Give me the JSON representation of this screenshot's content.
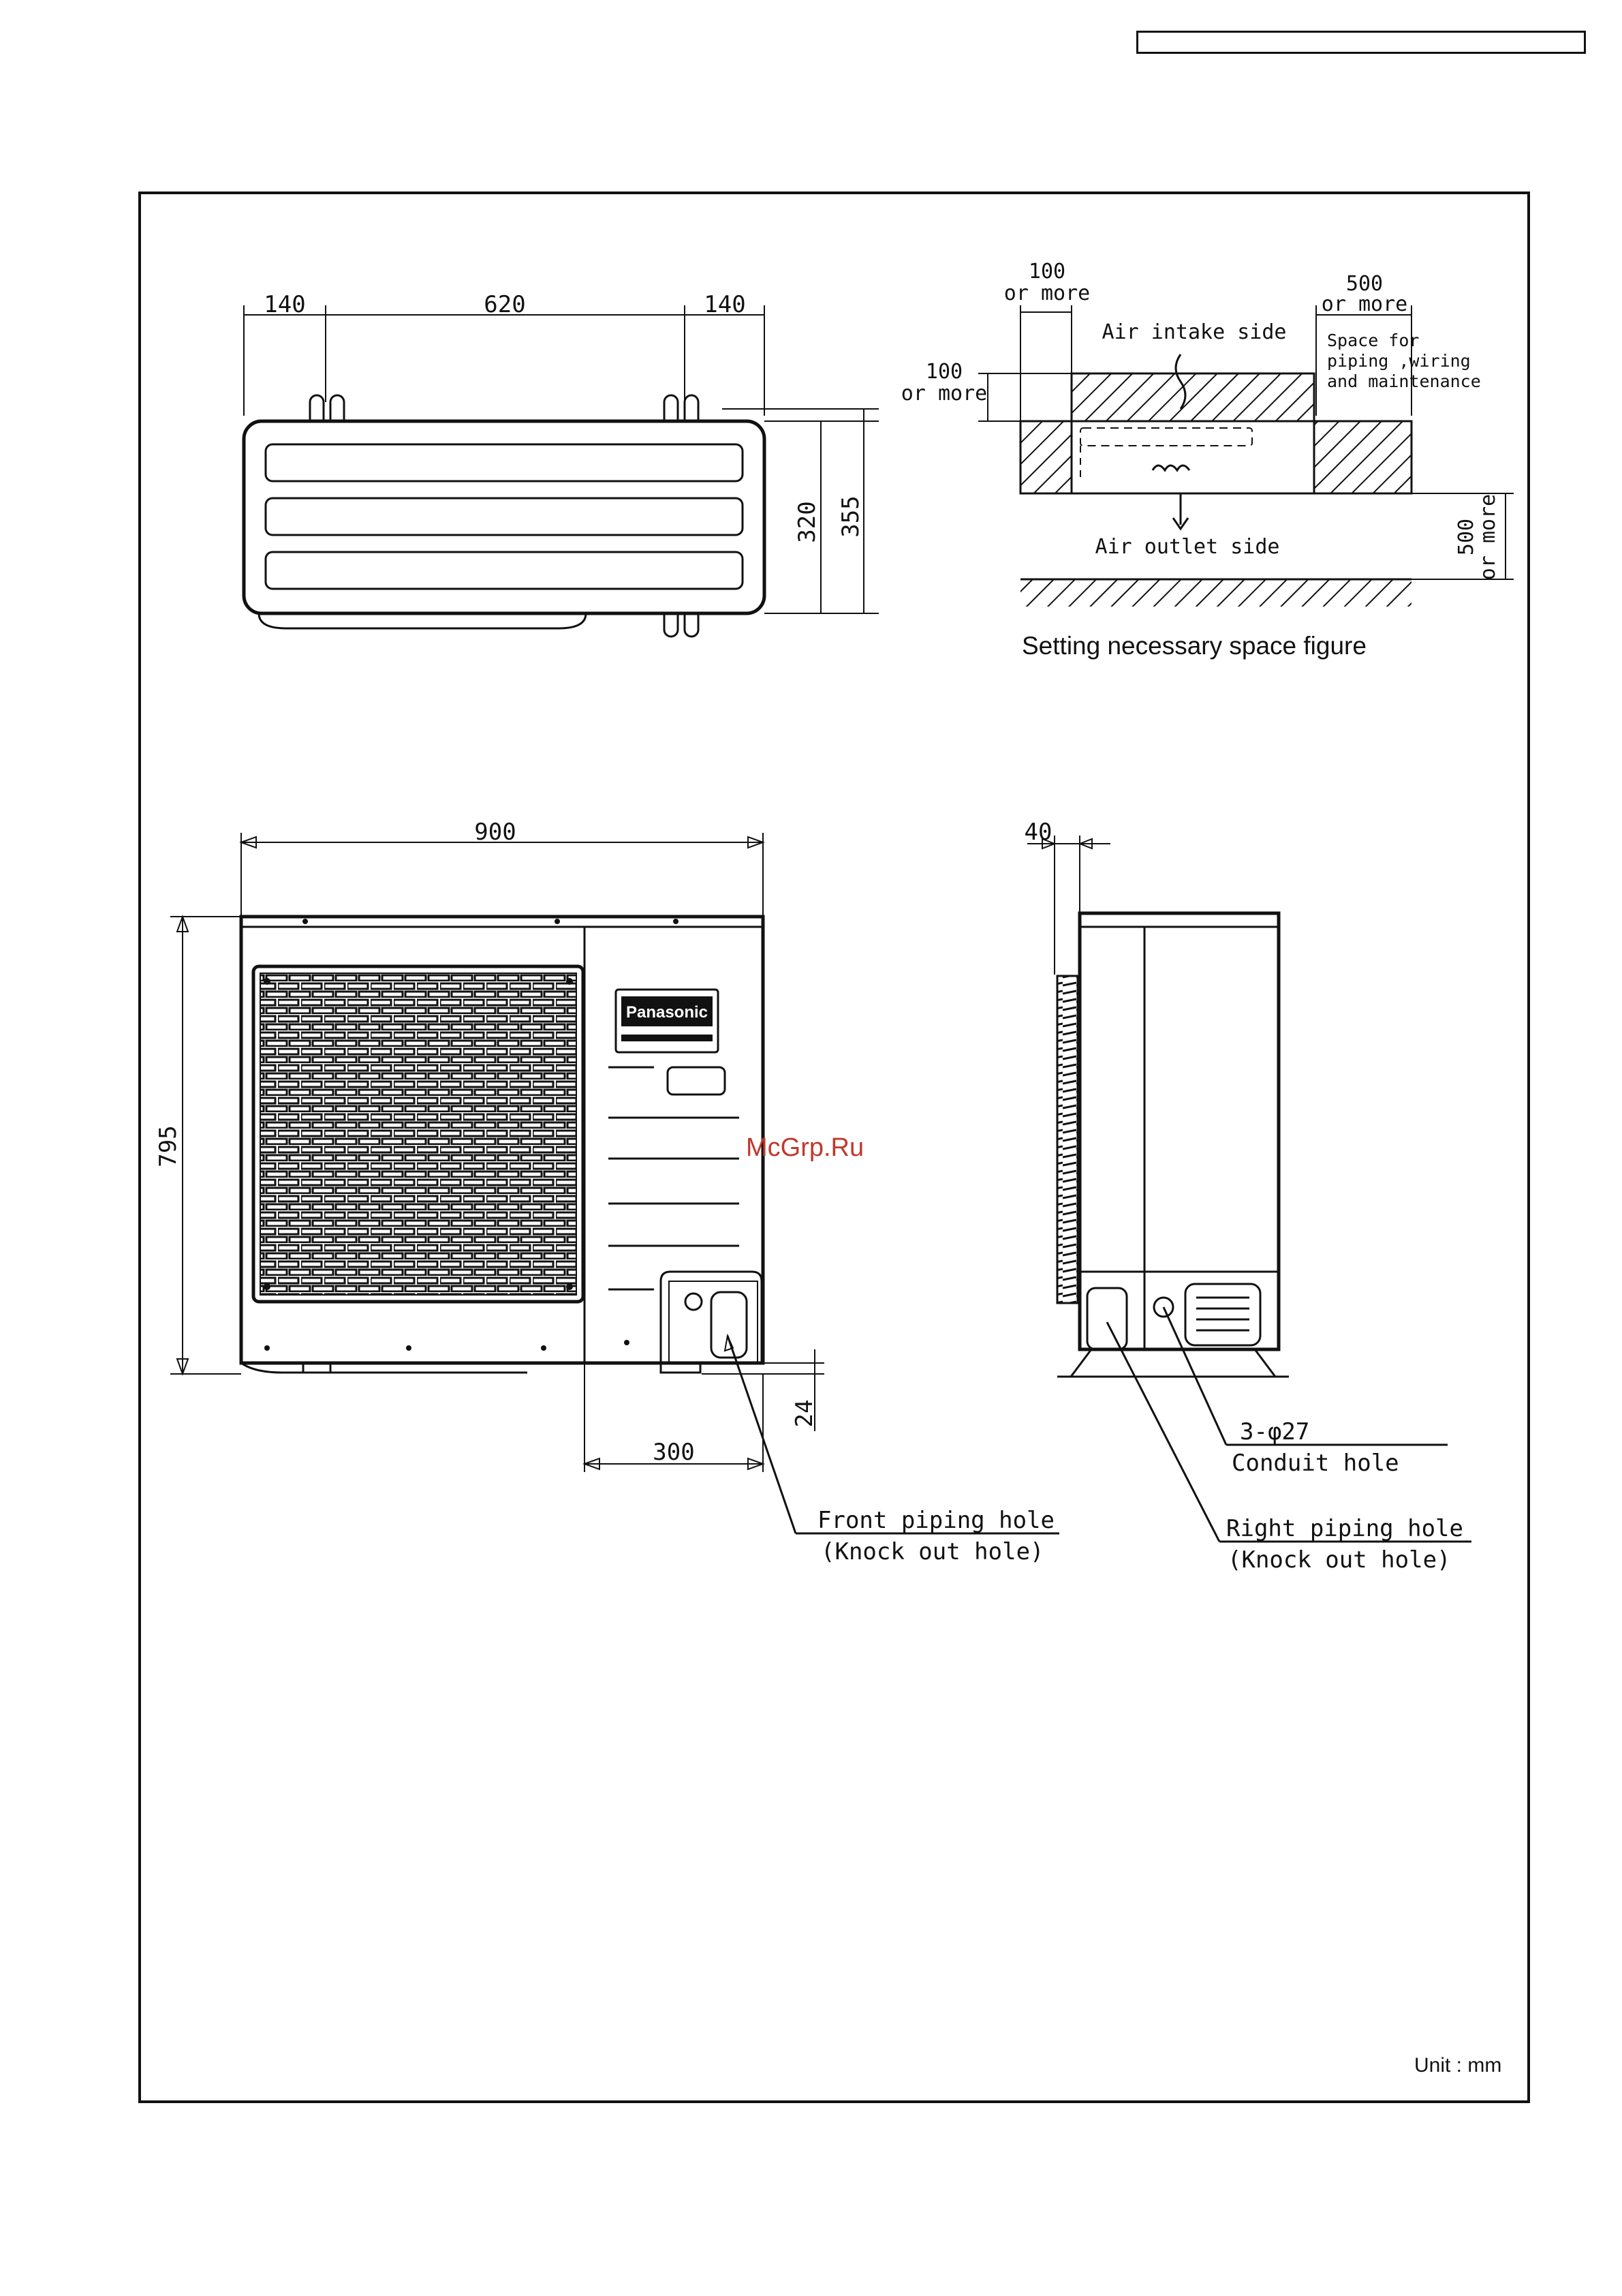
{
  "top_view": {
    "dim_left": "140",
    "dim_center": "620",
    "dim_right": "140",
    "dim_depth_inner": "320",
    "dim_depth_outer": "355"
  },
  "space_figure": {
    "left_clearance_value": "100",
    "left_clearance_suffix": "or more",
    "rear_clearance_value": "100",
    "rear_clearance_suffix": "or more",
    "right_clearance_value": "500",
    "right_clearance_suffix": "or more",
    "right_note_line1": "Space for",
    "right_note_line2": "piping ,wiring",
    "right_note_line3": "and maintenance",
    "intake_label": "Air intake side",
    "outlet_label": "Air outlet side",
    "front_clearance_value": "500",
    "front_clearance_suffix": "or more",
    "caption": "Setting necessary space figure"
  },
  "front_view": {
    "dim_width": "900",
    "dim_height": "795",
    "dim_foot": "24",
    "dim_piping_offset": "300",
    "front_hole_line1": "Front piping hole",
    "front_hole_line2": "(Knock out hole)"
  },
  "side_view": {
    "dim_grille": "40",
    "conduit_line1": "3-φ27",
    "conduit_line2": "Conduit hole",
    "right_hole_line1": "Right piping hole",
    "right_hole_line2": "(Knock out hole)"
  },
  "brand_label": "Panasonic",
  "watermark": "McGrp.Ru",
  "unit_note": "Unit : mm"
}
